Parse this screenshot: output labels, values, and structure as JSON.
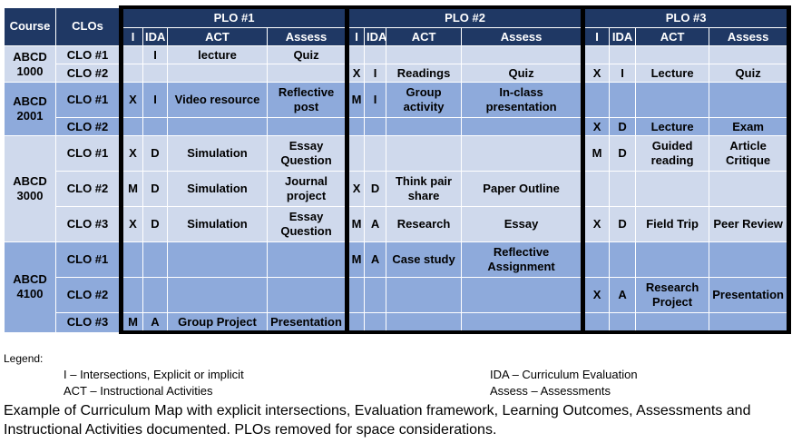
{
  "headers": {
    "course": "Course",
    "clos": "CLOs",
    "plos": [
      "PLO #1",
      "PLO #2",
      "PLO #3"
    ],
    "sub": [
      "I",
      "IDA",
      "ACT",
      "Assess"
    ]
  },
  "courses": [
    {
      "name": "ABCD 1000",
      "rows": [
        {
          "clo": "CLO #1",
          "plo": [
            [
              "",
              "I",
              "lecture",
              "Quiz"
            ],
            [
              "",
              "",
              "",
              ""
            ],
            [
              "",
              "",
              "",
              ""
            ]
          ]
        },
        {
          "clo": "CLO #2",
          "plo": [
            [
              "",
              "",
              "",
              ""
            ],
            [
              "X",
              "I",
              "Readings",
              "Quiz"
            ],
            [
              "X",
              "I",
              "Lecture",
              "Quiz"
            ]
          ]
        }
      ]
    },
    {
      "name": "ABCD 2001",
      "rows": [
        {
          "clo": "CLO #1",
          "plo": [
            [
              "X",
              "I",
              "Video resource",
              "Reflective post"
            ],
            [
              "M",
              "I",
              "Group activity",
              "In-class presentation"
            ],
            [
              "",
              "",
              "",
              ""
            ]
          ]
        },
        {
          "clo": "CLO #2",
          "plo": [
            [
              "",
              "",
              "",
              ""
            ],
            [
              "",
              "",
              "",
              ""
            ],
            [
              "X",
              "D",
              "Lecture",
              "Exam"
            ]
          ]
        }
      ]
    },
    {
      "name": "ABCD 3000",
      "rows": [
        {
          "clo": "CLO #1",
          "plo": [
            [
              "X",
              "D",
              "Simulation",
              "Essay Question"
            ],
            [
              "",
              "",
              "",
              ""
            ],
            [
              "M",
              "D",
              "Guided reading",
              "Article Critique"
            ]
          ]
        },
        {
          "clo": "CLO #2",
          "plo": [
            [
              "M",
              "D",
              "Simulation",
              "Journal project"
            ],
            [
              "X",
              "D",
              "Think pair share",
              "Paper Outline"
            ],
            [
              "",
              "",
              "",
              ""
            ]
          ]
        },
        {
          "clo": "CLO #3",
          "plo": [
            [
              "X",
              "D",
              "Simulation",
              "Essay Question"
            ],
            [
              "M",
              "A",
              "Research",
              "Essay"
            ],
            [
              "X",
              "D",
              "Field Trip",
              "Peer Review"
            ]
          ]
        }
      ]
    },
    {
      "name": "ABCD 4100",
      "rows": [
        {
          "clo": "CLO #1",
          "plo": [
            [
              "",
              "",
              "",
              ""
            ],
            [
              "M",
              "A",
              "Case study",
              "Reflective Assignment"
            ],
            [
              "",
              "",
              "",
              ""
            ]
          ]
        },
        {
          "clo": "CLO #2",
          "plo": [
            [
              "",
              "",
              "",
              ""
            ],
            [
              "",
              "",
              "",
              ""
            ],
            [
              "X",
              "A",
              "Research Project",
              "Presentation"
            ]
          ]
        },
        {
          "clo": "CLO #3",
          "plo": [
            [
              "M",
              "A",
              "Group Project",
              "Presentation"
            ],
            [
              "",
              "",
              "",
              ""
            ],
            [
              "",
              "",
              "",
              ""
            ]
          ]
        }
      ]
    }
  ],
  "legend": {
    "title": "Legend:",
    "items": [
      "I – Intersections, Explicit or implicit",
      "IDA – Curriculum Evaluation",
      "ACT – Instructional Activities",
      "Assess – Assessments"
    ]
  },
  "caption": "Example of Curriculum Map with explicit intersections, Evaluation framework, Learning Outcomes, Assessments and Instructional Activities documented. PLOs removed for space considerations.",
  "colors": {
    "header": "#1f3864",
    "row_light": "#cfd9ec",
    "row_dark": "#8eaadb",
    "separator": "#000000"
  }
}
